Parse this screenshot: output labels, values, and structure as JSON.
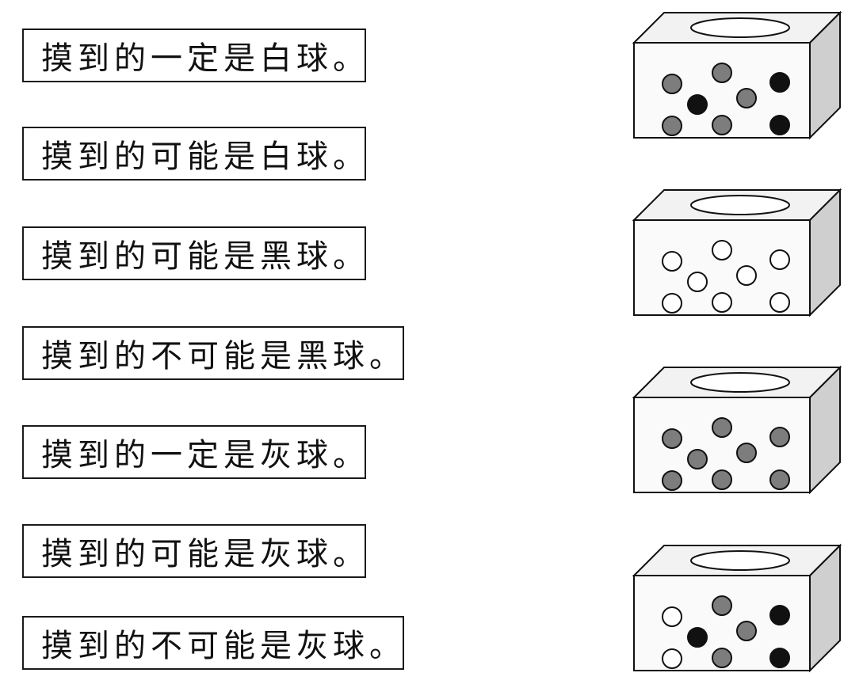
{
  "statements": [
    {
      "text": "摸到的一定是白球",
      "end": "。"
    },
    {
      "text": "摸到的可能是白球",
      "end": "。"
    },
    {
      "text": "摸到的可能是黑球",
      "end": "。"
    },
    {
      "text": "摸到的不可能是黑球",
      "end": "。"
    },
    {
      "text": "摸到的一定是灰球",
      "end": "。"
    },
    {
      "text": "摸到的可能是灰球",
      "end": "。"
    },
    {
      "text": "摸到的不可能是灰球",
      "end": "。"
    }
  ],
  "ball_colors": {
    "black": "#111111",
    "gray": "#7d7d7d",
    "white": "#ffffff"
  },
  "boxes": [
    {
      "balls": [
        "gray",
        "gray",
        "black",
        "black",
        "gray",
        "gray",
        "gray",
        "black"
      ]
    },
    {
      "balls": [
        "white",
        "white",
        "white",
        "white",
        "white",
        "white",
        "white",
        "white"
      ]
    },
    {
      "balls": [
        "gray",
        "gray",
        "gray",
        "gray",
        "gray",
        "gray",
        "gray",
        "gray"
      ]
    },
    {
      "balls": [
        "white",
        "gray",
        "black",
        "black",
        "gray",
        "white",
        "gray",
        "black"
      ]
    }
  ]
}
